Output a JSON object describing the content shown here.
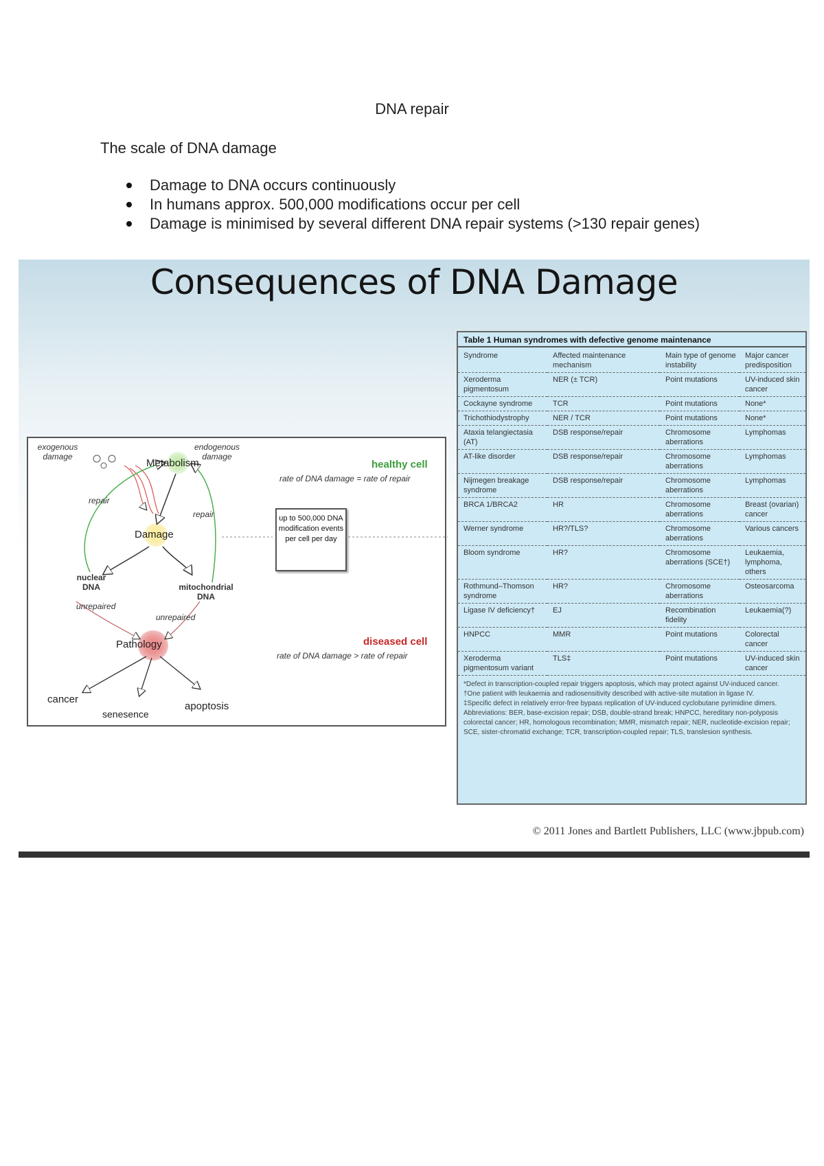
{
  "document": {
    "title": "DNA repair",
    "subtitle": "The scale of DNA damage",
    "bullets": [
      "Damage to DNA occurs continuously",
      "In humans approx. 500,000 modifications occur per cell",
      "Damage is minimised by several different DNA repair systems (>130 repair genes)"
    ]
  },
  "slide": {
    "title": "Consequences of DNA Damage",
    "copyright": "© 2011 Jones and Bartlett Publishers, LLC (www.jbpub.com)",
    "diagram": {
      "exogenous": "exogenous damage",
      "endogenous": "endogenous damage",
      "metabolism": "Metabolism",
      "damage": "Damage",
      "repair_left": "repair",
      "repair_right": "repair",
      "nuclear": "nuclear DNA",
      "mitochondrial": "mitochondrial DNA",
      "unrepaired_left": "unrepaired",
      "unrepaired_right": "unrepaired",
      "pathology": "Pathology",
      "cancer": "cancer",
      "senescence": "senesence",
      "apoptosis": "apoptosis",
      "healthy_title": "healthy cell",
      "healthy_rate": "rate of DNA damage = rate of repair",
      "diseased_title": "diseased cell",
      "diseased_rate": "rate of DNA damage > rate of repair",
      "callout": "up to 500,000 DNA modification events per cell per day"
    },
    "table": {
      "caption": "Table 1 Human syndromes with defective genome maintenance",
      "headers": [
        "Syndrome",
        "Affected maintenance mechanism",
        "Main type of genome instability",
        "Major cancer predisposition"
      ],
      "rows": [
        [
          "Xeroderma pigmentosum",
          "NER (± TCR)",
          "Point mutations",
          "UV-induced skin cancer"
        ],
        [
          "Cockayne syndrome",
          "TCR",
          "Point mutations",
          "None*"
        ],
        [
          "Trichothiodystrophy",
          "NER / TCR",
          "Point mutations",
          "None*"
        ],
        [
          "Ataxia telangiectasia (AT)",
          "DSB response/repair",
          "Chromosome aberrations",
          "Lymphomas"
        ],
        [
          "AT-like disorder",
          "DSB response/repair",
          "Chromosome aberrations",
          "Lymphomas"
        ],
        [
          "Nijmegen breakage syndrome",
          "DSB response/repair",
          "Chromosome aberrations",
          "Lymphomas"
        ],
        [
          "BRCA 1/BRCA2",
          "HR",
          "Chromosome aberrations",
          "Breast (ovarian) cancer"
        ],
        [
          "Werner syndrome",
          "HR?/TLS?",
          "Chromosome aberrations",
          "Various cancers"
        ],
        [
          "Bloom syndrome",
          "HR?",
          "Chromosome aberrations (SCE†)",
          "Leukaemia, lymphoma, others"
        ],
        [
          "Rothmund–Thomson syndrome",
          "HR?",
          "Chromosome aberrations",
          "Osteosarcoma"
        ],
        [
          "Ligase IV deficiency†",
          "EJ",
          "Recombination fidelity",
          "Leukaemia(?)"
        ],
        [
          "HNPCC",
          "MMR",
          "Point mutations",
          "Colorectal cancer"
        ],
        [
          "Xeroderma pigmentosum variant",
          "TLS‡",
          "Point mutations",
          "UV-induced skin cancer"
        ]
      ],
      "notes": [
        "*Defect in transcription-coupled repair triggers apoptosis, which may protect against UV-induced cancer.",
        "†One patient with leukaemia and radiosensitivity described with active-site mutation in ligase IV.",
        "‡Specific defect in relatively error-free bypass replication of UV-induced cyclobutane pyrimidine dimers.",
        "Abbreviations: BER, base-excision repair; DSB, double-strand break; HNPCC, hereditary non-polyposis colorectal cancer; HR, homologous recombination; MMR, mismatch repair; NER, nucleotide-excision repair; SCE, sister-chromatid exchange; TCR, transcription-coupled repair; TLS, translesion synthesis."
      ]
    }
  }
}
